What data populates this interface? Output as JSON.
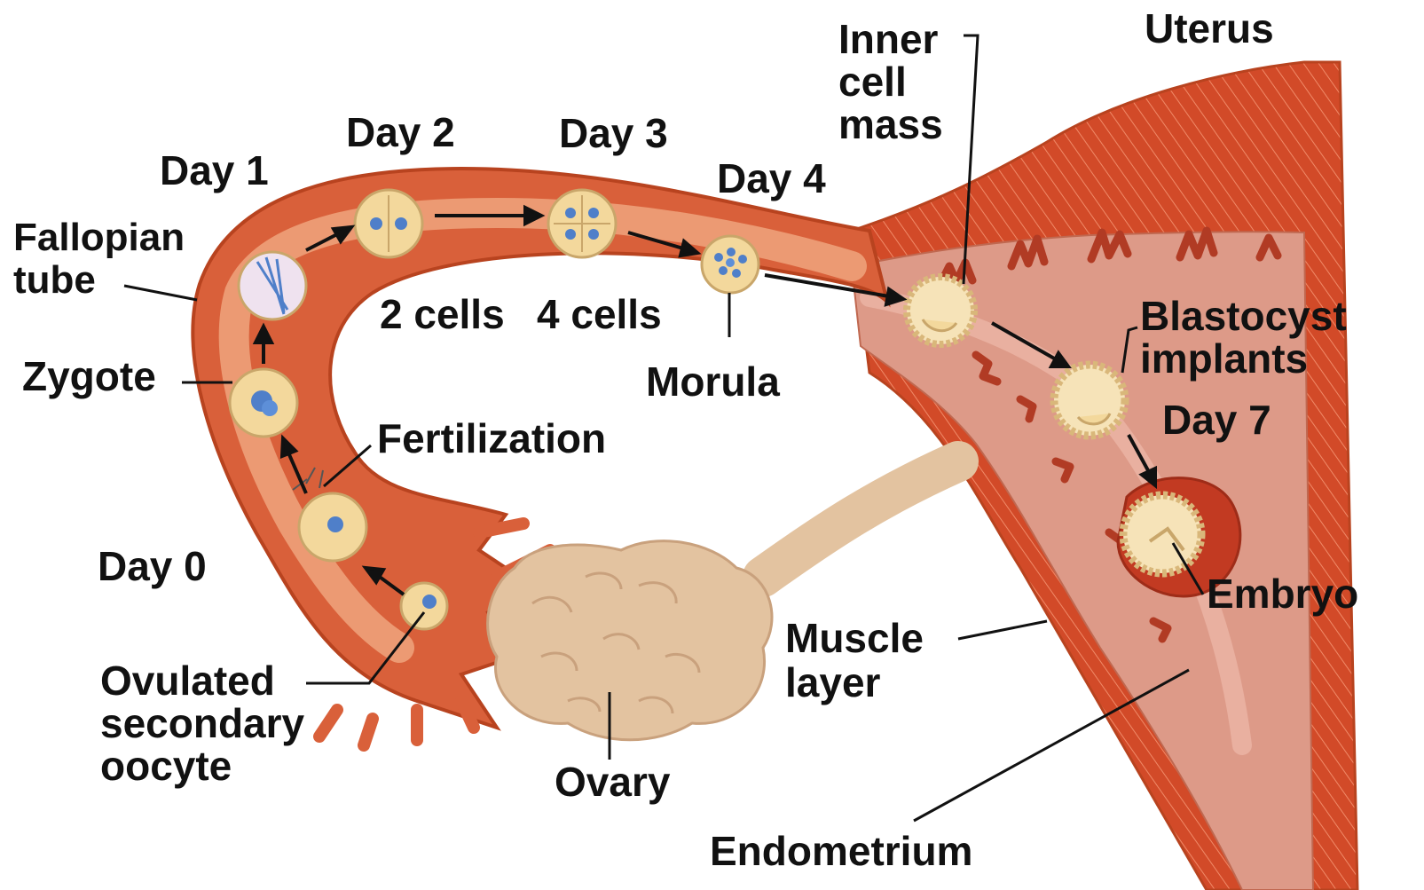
{
  "labels": {
    "fallopian_tube": [
      "Fallopian",
      "tube"
    ],
    "zygote": "Zygote",
    "fertilization": "Fertilization",
    "ovulated_oocyte": [
      "Ovulated",
      "secondary",
      "oocyte"
    ],
    "ovary": "Ovary",
    "muscle_layer": [
      "Muscle",
      "layer"
    ],
    "endometrium": "Endometrium",
    "embryo": "Embryo",
    "blastocyst_implants": [
      "Blastocyst",
      "implants"
    ],
    "inner_cell_mass": [
      "Inner",
      "cell",
      "mass"
    ],
    "uterus": "Uterus",
    "morula": "Morula",
    "two_cells": "2 cells",
    "four_cells": "4 cells"
  },
  "days": {
    "day0": "Day 0",
    "day1": "Day 1",
    "day2": "Day 2",
    "day3": "Day 3",
    "day4": "Day 4",
    "day7": "Day 7"
  },
  "colors": {
    "tube_fill": "#d9603a",
    "tube_outline": "#b8431f",
    "lumen": "#ec9a73",
    "muscle": "#d24a28",
    "endometrium": "#dd9a88",
    "ovary": "#e3c3a0",
    "cell": "#f3d89c",
    "nucleus": "#4f7fc9"
  }
}
